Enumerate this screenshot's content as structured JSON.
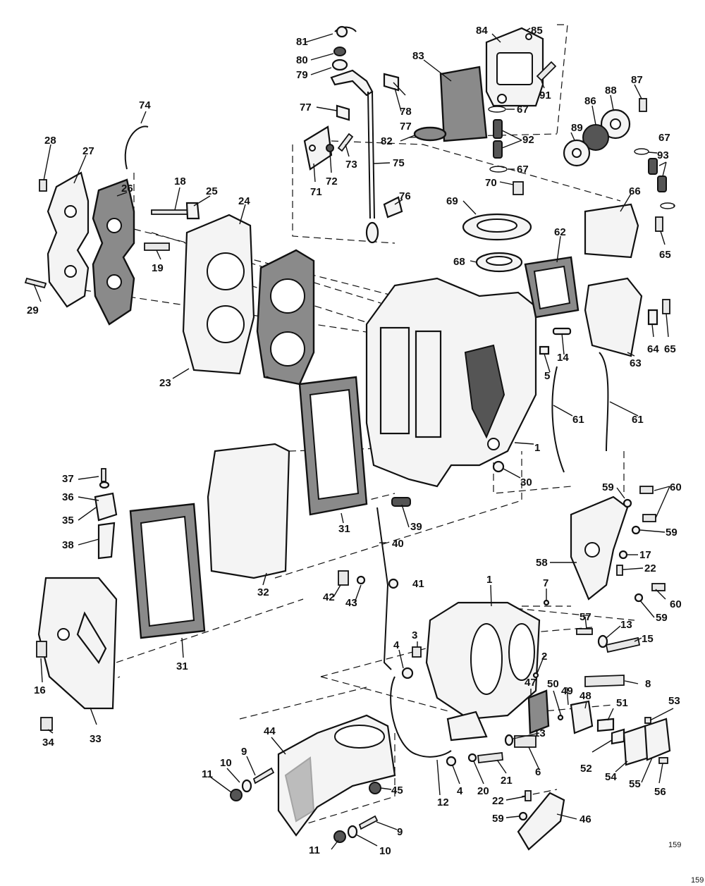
{
  "figure": {
    "page_number": "159",
    "page_number_corner": "159"
  },
  "callouts": [
    "81",
    "80",
    "79",
    "84",
    "85",
    "83",
    "91",
    "87",
    "88",
    "86",
    "67",
    "89",
    "67",
    "92",
    "93",
    "67",
    "77",
    "78",
    "77",
    "82",
    "72",
    "71",
    "73",
    "75",
    "70",
    "74",
    "28",
    "27",
    "26",
    "18",
    "25",
    "24",
    "76",
    "69",
    "66",
    "65",
    "19",
    "68",
    "62",
    "29",
    "23",
    "14",
    "5",
    "64",
    "65",
    "63",
    "61",
    "61",
    "1",
    "30",
    "37",
    "59",
    "60",
    "36",
    "35",
    "38",
    "39",
    "40",
    "31",
    "59",
    "17",
    "42",
    "43",
    "41",
    "58",
    "22",
    "32",
    "7",
    "60",
    "59",
    "16",
    "31",
    "33",
    "34",
    "57",
    "13",
    "15",
    "1",
    "3",
    "2",
    "4",
    "47",
    "50",
    "49",
    "48",
    "8",
    "51",
    "53",
    "13",
    "52",
    "54",
    "55",
    "56",
    "44",
    "9",
    "10",
    "11",
    "45",
    "4",
    "20",
    "21",
    "6",
    "12",
    "22",
    "59",
    "46",
    "9",
    "11",
    "10"
  ],
  "colors": {
    "ink": "#111111",
    "gasket_fill": "#8a8a8a",
    "paper": "#ffffff"
  }
}
